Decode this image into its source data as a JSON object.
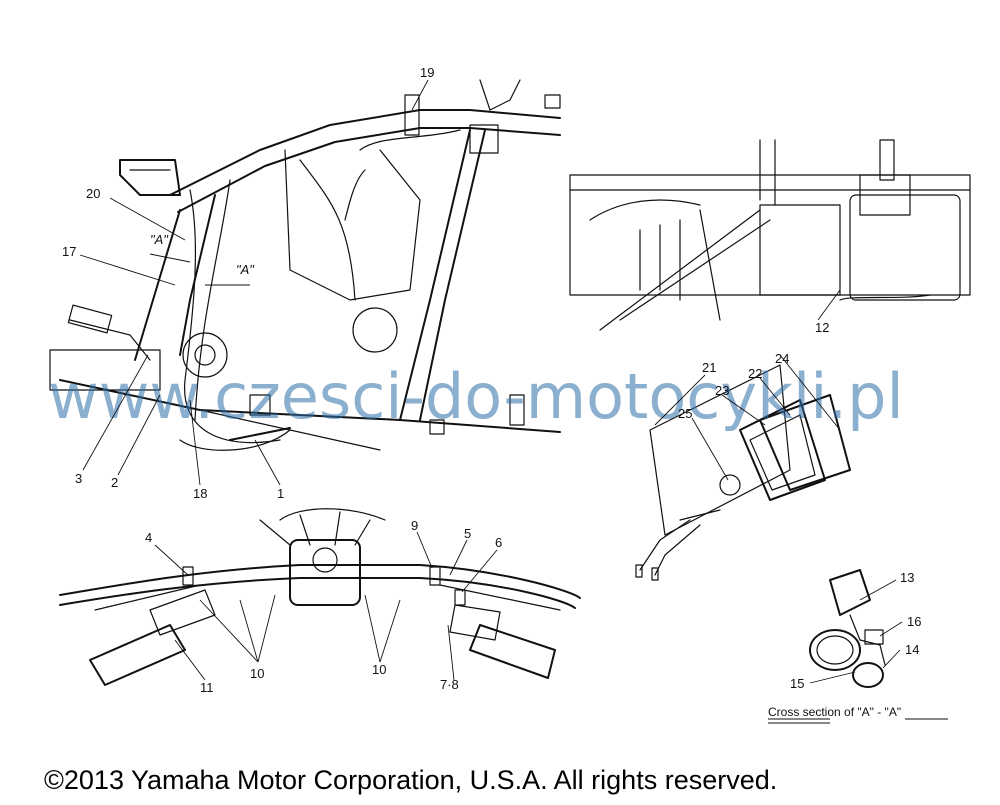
{
  "callouts": {
    "c1": "1",
    "c2": "2",
    "c3": "3",
    "c4": "4",
    "c5": "5",
    "c6": "6",
    "c78": "7·8",
    "c9": "9",
    "c10a": "10",
    "c10b": "10",
    "c11": "11",
    "c12": "12",
    "c13": "13",
    "c14": "14",
    "c15": "15",
    "c16": "16",
    "c17": "17",
    "c18": "18",
    "c19": "19",
    "c20": "20",
    "c21": "21",
    "c22": "22",
    "c23": "23",
    "c24": "24",
    "c25": "25"
  },
  "section_marks": {
    "a1": "\"A\"",
    "a2": "\"A\""
  },
  "cross_section_caption": "Cross section of \"A\" - \"A\"",
  "watermark": "www.czesci-do-motocykli.pl",
  "copyright": "©2013 Yamaha Motor Corporation, U.S.A. All rights reserved."
}
